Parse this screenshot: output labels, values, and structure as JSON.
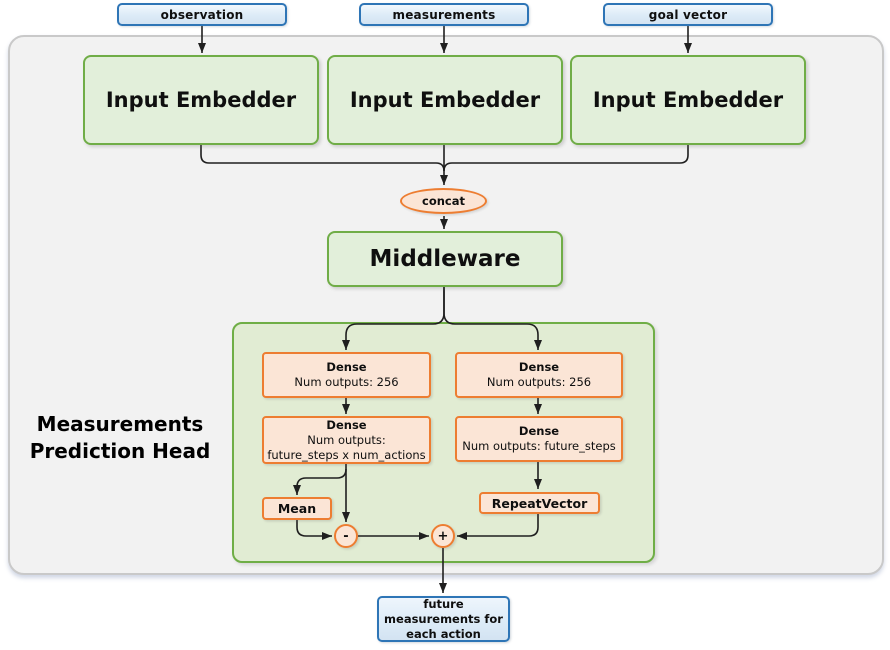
{
  "diagram": {
    "inputs": [
      {
        "label": "observation"
      },
      {
        "label": "measurements"
      },
      {
        "label": "goal vector"
      }
    ],
    "embedders": [
      {
        "label": "Input Embedder"
      },
      {
        "label": "Input Embedder"
      },
      {
        "label": "Input Embedder"
      }
    ],
    "concat": {
      "label": "concat"
    },
    "middleware": {
      "label": "Middleware"
    },
    "head": {
      "title": "Measurements Prediction Head",
      "left": {
        "dense1": {
          "title": "Dense",
          "line1": "Num outputs: 256"
        },
        "dense2": {
          "title": "Dense",
          "line1": "Num outputs:",
          "line2": "future_steps x num_actions"
        },
        "mean": {
          "label": "Mean"
        },
        "minus": {
          "label": "-"
        }
      },
      "right": {
        "dense1": {
          "title": "Dense",
          "line1": "Num outputs: 256"
        },
        "dense2": {
          "title": "Dense",
          "line1": "Num outputs: future_steps"
        },
        "repeat_vector": {
          "label": "RepeatVector"
        },
        "plus": {
          "label": "+"
        }
      }
    },
    "output": {
      "label": "future measurements for each action"
    },
    "colors": {
      "blue_border": "#2E75B6",
      "blue_fill": "#DEEBF7",
      "green_border": "#70AD47",
      "green_fill": "#E2EFDA",
      "orange_border": "#ED7D31",
      "orange_fill": "#FBE5D6",
      "panel_fill": "#F2F2F2",
      "panel_border": "#C9C9C9",
      "connector": "#1F1F1F"
    }
  }
}
